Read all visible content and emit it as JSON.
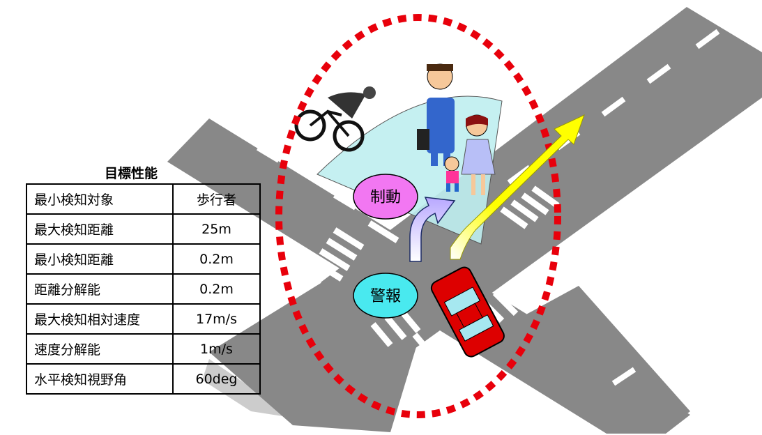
{
  "spec": {
    "title": "目標性能",
    "rows": [
      {
        "label": "最小検知対象",
        "value": "歩行者"
      },
      {
        "label": "最大検知距離",
        "value": "25m"
      },
      {
        "label": "最小検知距離",
        "value": "0.2m"
      },
      {
        "label": "距離分解能",
        "value": "0.2m"
      },
      {
        "label": "最大検知相対速度",
        "value": "17m/s"
      },
      {
        "label": "速度分解能",
        "value": "1m/s"
      },
      {
        "label": "水平検知視野角",
        "value": "60deg"
      }
    ]
  },
  "scene": {
    "brake_label": "制動",
    "warning_label": "警報",
    "colors": {
      "road": "#888888",
      "road_shadow": "#cccccc",
      "marking": "#ffffff",
      "detection_area": "#bfeef0",
      "zone_dots": "#e8000b",
      "brake_bubble": "#f277f2",
      "warning_bubble": "#49e9ef",
      "car": "#dd0000",
      "straight_arrow": "#ffff00",
      "turn_arrow": "#c8b4ff"
    }
  }
}
